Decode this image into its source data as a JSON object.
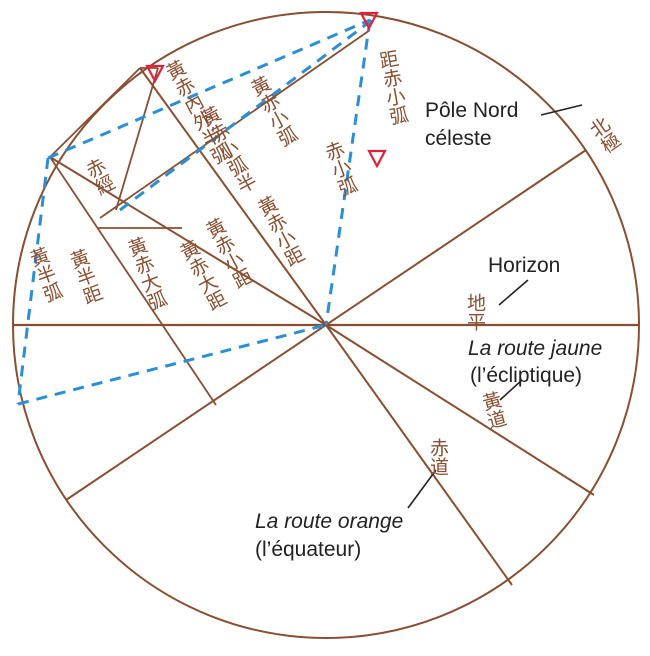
{
  "colors": {
    "line": "#8a4e30",
    "dash": "#2a8fd4",
    "marker": "#e2203a",
    "text": "#222222"
  },
  "labels": {
    "pole_line1": "Pôle Nord",
    "pole_line2": "céleste",
    "horizon": "Horizon",
    "ecliptic_line1": "La route jaune",
    "ecliptic_line2": "(l’écliptique)",
    "equator_line1": "La route orange",
    "equator_line2": "(l’équateur)"
  },
  "chinese": {
    "north_pole": "北極",
    "horizon": "地平",
    "ecliptic": "黃道",
    "equator": "赤道",
    "sec_a": "赤小弧",
    "sec_b": "黃赤小弧",
    "sec_c": "黃赤小距",
    "sec_d": "黃赤大距",
    "sec_e": "黃赤大弧",
    "sec_f": "黃半弧",
    "sec_g": "黃半距",
    "sec_h": "赤經",
    "sec_i": "黃赤內外半弧",
    "sec_j": "黃赤小弧半",
    "sec_k": "距赤小弧"
  },
  "icons": {
    "marker": "triangle-marker-icon"
  }
}
